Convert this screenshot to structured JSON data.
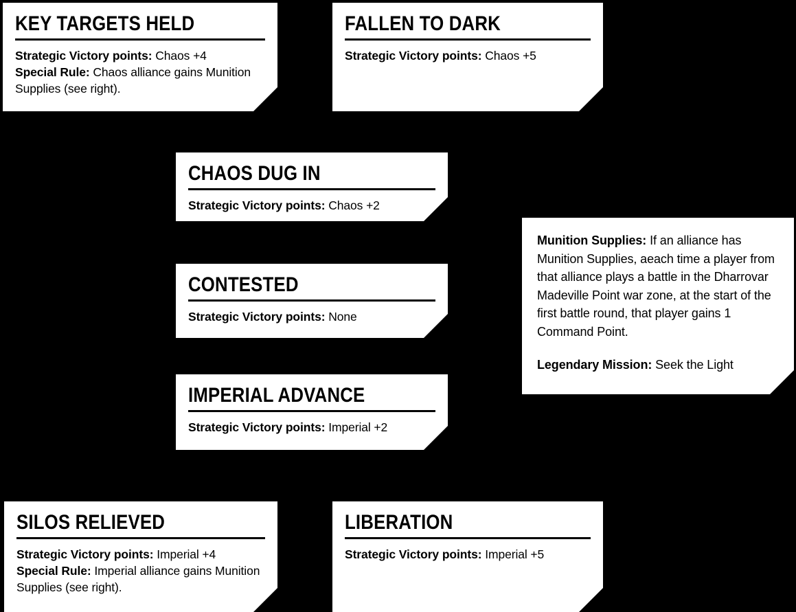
{
  "theme": {
    "background": "#000000",
    "card_background": "#ffffff",
    "text": "#000000"
  },
  "cards": [
    {
      "id": "key-targets-held",
      "title": "KEY TARGETS HELD",
      "has_title": true,
      "lines": [
        {
          "label": "Strategic Victory points:",
          "value": "Chaos +4"
        },
        {
          "label": "Special Rule:",
          "value": "Chaos alliance gains Munition Supplies (see right)."
        }
      ]
    },
    {
      "id": "fallen-to-dark",
      "title": "FALLEN TO DARK",
      "has_title": true,
      "lines": [
        {
          "label": "Strategic Victory points:",
          "value": "Chaos +5"
        }
      ]
    },
    {
      "id": "chaos-dug-in",
      "title": "CHAOS DUG IN",
      "has_title": true,
      "lines": [
        {
          "label": "Strategic Victory points:",
          "value": "Chaos +2"
        }
      ]
    },
    {
      "id": "contested",
      "title": "CONTESTED",
      "has_title": true,
      "lines": [
        {
          "label": "Strategic Victory points:",
          "value": "None"
        }
      ]
    },
    {
      "id": "imperial-advance",
      "title": "IMPERIAL ADVANCE",
      "has_title": true,
      "lines": [
        {
          "label": "Strategic Victory points:",
          "value": "Imperial +2"
        }
      ]
    },
    {
      "id": "munition-supplies",
      "title": "",
      "has_title": false,
      "lines": [
        {
          "label": "Munition Supplies:",
          "value": "If an alliance has Munition Supplies, aeach time a player from that alliance plays a battle in the Dharrovar Madeville Point war zone, at the start of the first battle round, that player gains 1 Command Point."
        },
        {
          "label": "Legendary Mission:",
          "value": "Seek the Light"
        }
      ]
    },
    {
      "id": "silos-relieved",
      "title": "SILOS RELIEVED",
      "has_title": true,
      "lines": [
        {
          "label": "Strategic Victory points:",
          "value": "Imperial +4"
        },
        {
          "label": "Special Rule:",
          "value": "Imperial alliance gains Munition Supplies (see right)."
        }
      ]
    },
    {
      "id": "liberation",
      "title": "LIBERATION",
      "has_title": true,
      "lines": [
        {
          "label": "Strategic Victory points:",
          "value": "Imperial +5"
        }
      ]
    }
  ]
}
